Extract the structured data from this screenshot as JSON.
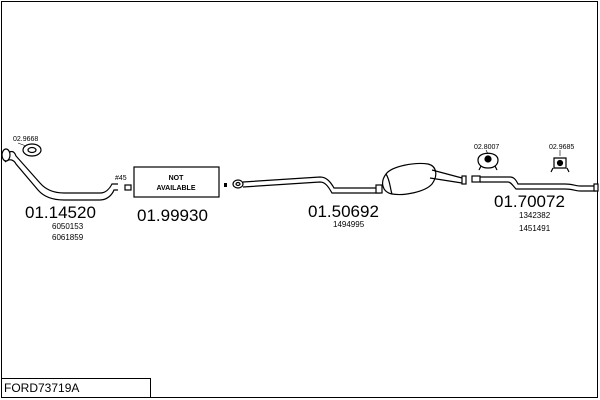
{
  "diagram_code": "FORD73719A",
  "parts": {
    "front_pipe": {
      "number": "01.14520",
      "refs": [
        "6050153",
        "6061859"
      ],
      "gasket": "02.9668",
      "accessory": "#45"
    },
    "middle_section": {
      "number": "01.99930",
      "status_line1": "NOT",
      "status_line2": "AVAILABLE"
    },
    "center_silencer": {
      "number": "01.50692",
      "refs": [
        "1494995"
      ]
    },
    "rear_pipe": {
      "number": "01.70072",
      "refs": [
        "1342382",
        "1451491"
      ],
      "clamp": "02.8007",
      "hanger": "02.9685"
    }
  }
}
